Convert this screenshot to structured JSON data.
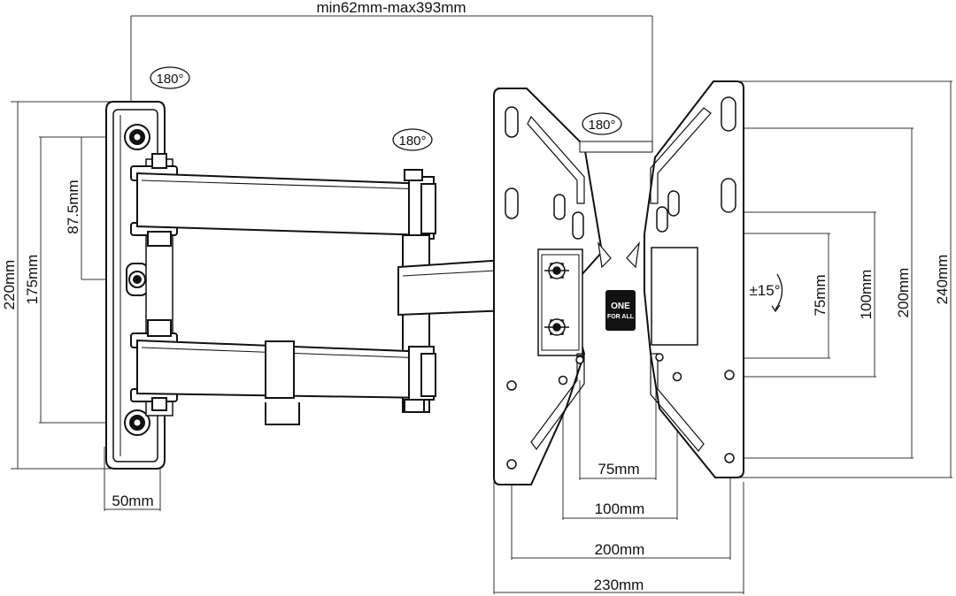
{
  "labels": {
    "arm_range": "min62mm-max393mm",
    "rotation_wall": "180°",
    "rotation_arm": "180°",
    "rotation_plate": "180°",
    "tilt": "±15°",
    "height_220": "220mm",
    "height_175": "175mm",
    "height_87_5": "87.5mm",
    "width_50": "50mm",
    "vesa_h_75": "75mm",
    "vesa_h_100": "100mm",
    "vesa_h_200": "200mm",
    "plate_h_240": "240mm",
    "vesa_w_75": "75mm",
    "vesa_w_100": "100mm",
    "vesa_w_200": "200mm",
    "plate_w_230": "230mm"
  },
  "logo": {
    "line1": "ONE",
    "line2": "FOR ALL"
  },
  "colors": {
    "line": "#111111",
    "dim_line": "#333333",
    "background": "#ffffff"
  }
}
